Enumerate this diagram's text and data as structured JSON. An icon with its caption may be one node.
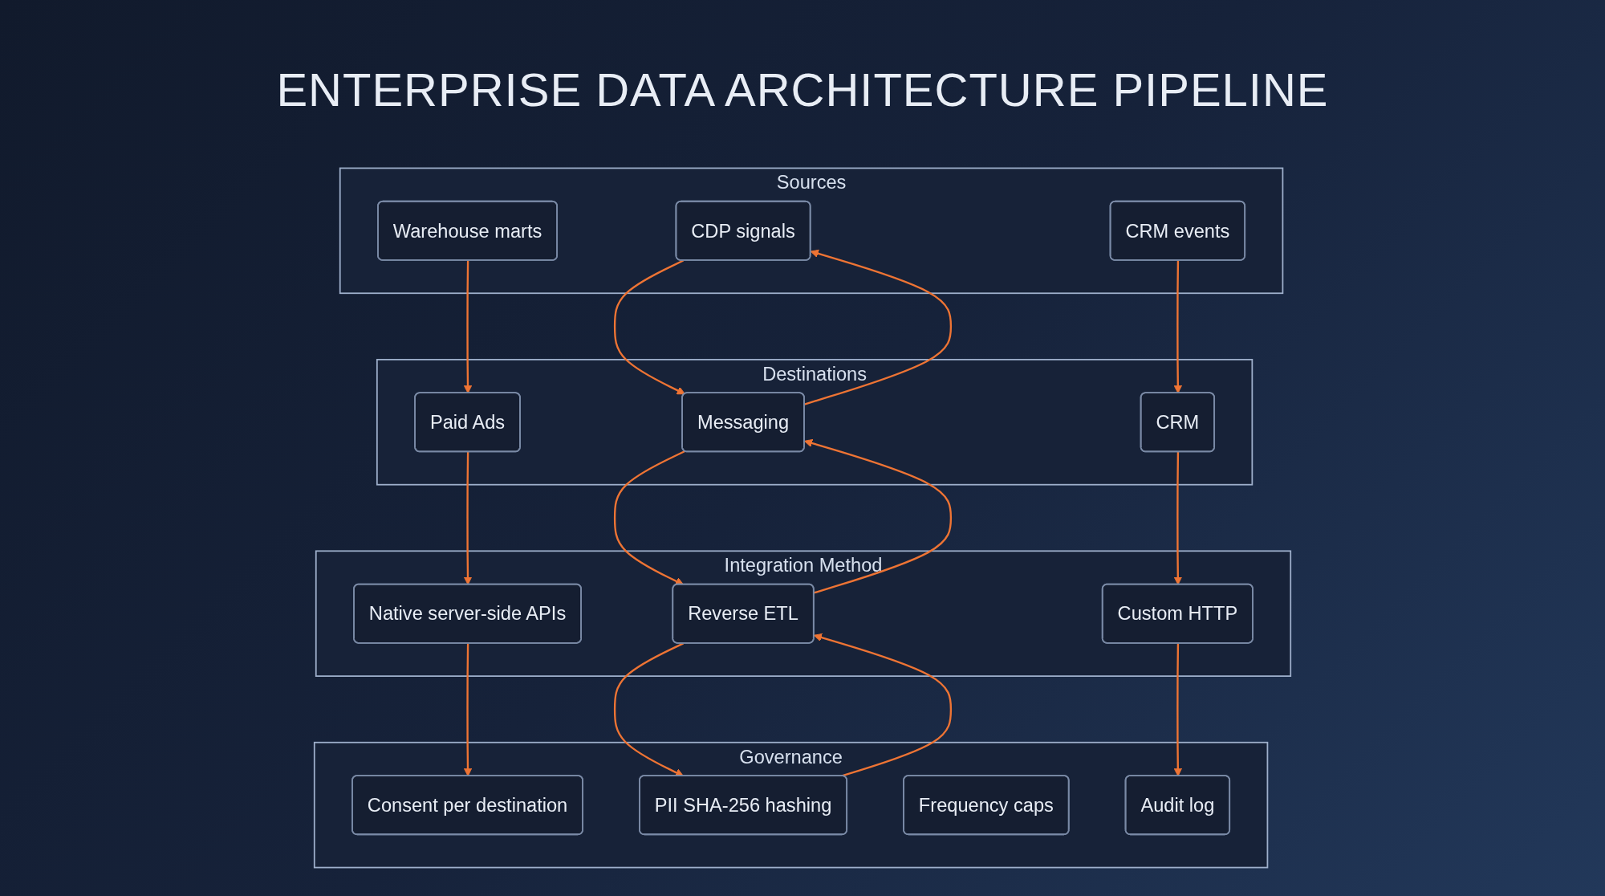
{
  "diagram": {
    "title": "ENTERPRISE DATA ARCHITECTURE PIPELINE",
    "nodes": [
      {
        "text": [
          "Sources"
        ]
      },
      {
        "text": [
          "Warehouse marts"
        ],
        "in": 0
      },
      {
        "text": [
          "CDP signals"
        ],
        "in": 0
      },
      {
        "text": [
          "CRM events"
        ],
        "in": 0
      },
      {
        "text": [
          "Destinations"
        ]
      },
      {
        "text": [
          "Paid Ads"
        ],
        "in": 4
      },
      {
        "text": [
          "Messaging"
        ],
        "in": 4
      },
      {
        "text": [
          "CRM"
        ],
        "in": 4
      },
      {
        "text": [
          "Integration Method"
        ]
      },
      {
        "text": [
          "Native server-side APIs"
        ],
        "in": 8
      },
      {
        "text": [
          "Reverse ETL"
        ],
        "in": 8
      },
      {
        "text": [
          "Custom HTTP"
        ],
        "in": 8
      },
      {
        "text": [
          "Governance"
        ]
      },
      {
        "text": [
          "Consent per destination"
        ],
        "in": 12
      },
      {
        "text": [
          "PII SHA-256 hashing"
        ],
        "in": 12
      },
      {
        "text": [
          "Frequency caps"
        ],
        "in": 12
      },
      {
        "text": [
          "Audit log"
        ],
        "in": 12
      }
    ],
    "edges": [
      {
        "from": 1,
        "to": 5,
        "arrow": "to"
      },
      {
        "from": 2,
        "to": 6,
        "arrow": "to"
      },
      {
        "from": 6,
        "to": 2,
        "arrow": "to"
      },
      {
        "from": 3,
        "to": 7,
        "arrow": "to"
      },
      {
        "from": 5,
        "to": 9,
        "arrow": "to"
      },
      {
        "from": 6,
        "to": 10,
        "arrow": "to"
      },
      {
        "from": 10,
        "to": 6,
        "arrow": "to"
      },
      {
        "from": 7,
        "to": 11,
        "arrow": "to"
      },
      {
        "from": 9,
        "to": 13,
        "arrow": "to"
      },
      {
        "from": 10,
        "to": 14,
        "arrow": "to"
      },
      {
        "from": 14,
        "to": 10,
        "arrow": "to"
      },
      {
        "from": 11,
        "to": 16,
        "arrow": "to"
      }
    ]
  }
}
